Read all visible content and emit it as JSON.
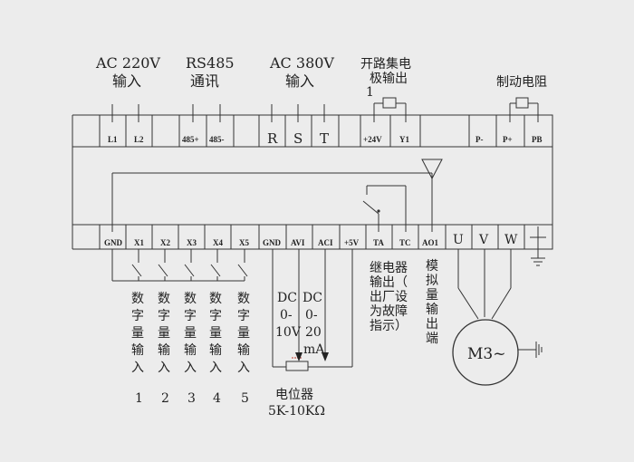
{
  "top_labels": {
    "ac220_line1": "AC 220V",
    "ac220_line2": "输入",
    "rs485_line1": "RS485",
    "rs485_line2": "通讯",
    "ac380_line1": "AC 380V",
    "ac380_line2": "输入",
    "open_collector_line1": "开路集电",
    "open_collector_line2": "极输出",
    "open_collector_line3": "1",
    "brake_resistor": "制动电阻"
  },
  "top_terminals": {
    "l1": "L1",
    "l2": "L2",
    "rs485_plus": "485+",
    "rs485_minus": "485-",
    "r": "R",
    "s": "S",
    "t": "T",
    "plus24v": "+24V",
    "y1": "Y1",
    "p_minus": "P-",
    "p_plus": "P+",
    "pb": "PB"
  },
  "bottom_terminals": {
    "gnd1": "GND",
    "x1": "X1",
    "x2": "X2",
    "x3": "X3",
    "x4": "X4",
    "x5": "X5",
    "gnd2": "GND",
    "avi": "AVI",
    "aci": "ACI",
    "plus5v": "+5V",
    "ta": "TA",
    "tc": "TC",
    "ao1": "AO1",
    "u": "U",
    "v": "V",
    "w": "W"
  },
  "digital_inputs": [
    {
      "chars": [
        "数",
        "字",
        "量",
        "输",
        "入"
      ],
      "num": "1"
    },
    {
      "chars": [
        "数",
        "字",
        "量",
        "输",
        "入"
      ],
      "num": "2"
    },
    {
      "chars": [
        "数",
        "字",
        "量",
        "输",
        "入"
      ],
      "num": "3"
    },
    {
      "chars": [
        "数",
        "字",
        "量",
        "输",
        "入"
      ],
      "num": "4"
    },
    {
      "chars": [
        "数",
        "字",
        "量",
        "输",
        "入"
      ],
      "num": "5"
    }
  ],
  "analog_voltage": [
    "DC",
    "0-",
    "10V"
  ],
  "analog_current": [
    "DC",
    "0-",
    "20",
    "mA"
  ],
  "potentiometer": {
    "line1": "电位器",
    "line2": "5K-10KΩ"
  },
  "relay_output": [
    "继电器",
    "输出（",
    "出厂设",
    "为故障",
    "指示）"
  ],
  "analog_output": [
    "模",
    "拟",
    "量",
    "输",
    "出",
    "端"
  ],
  "motor_label": "M3~",
  "colors": {
    "line": "#333333",
    "background": "#ececec",
    "resistor_accent": "#c0392b"
  }
}
